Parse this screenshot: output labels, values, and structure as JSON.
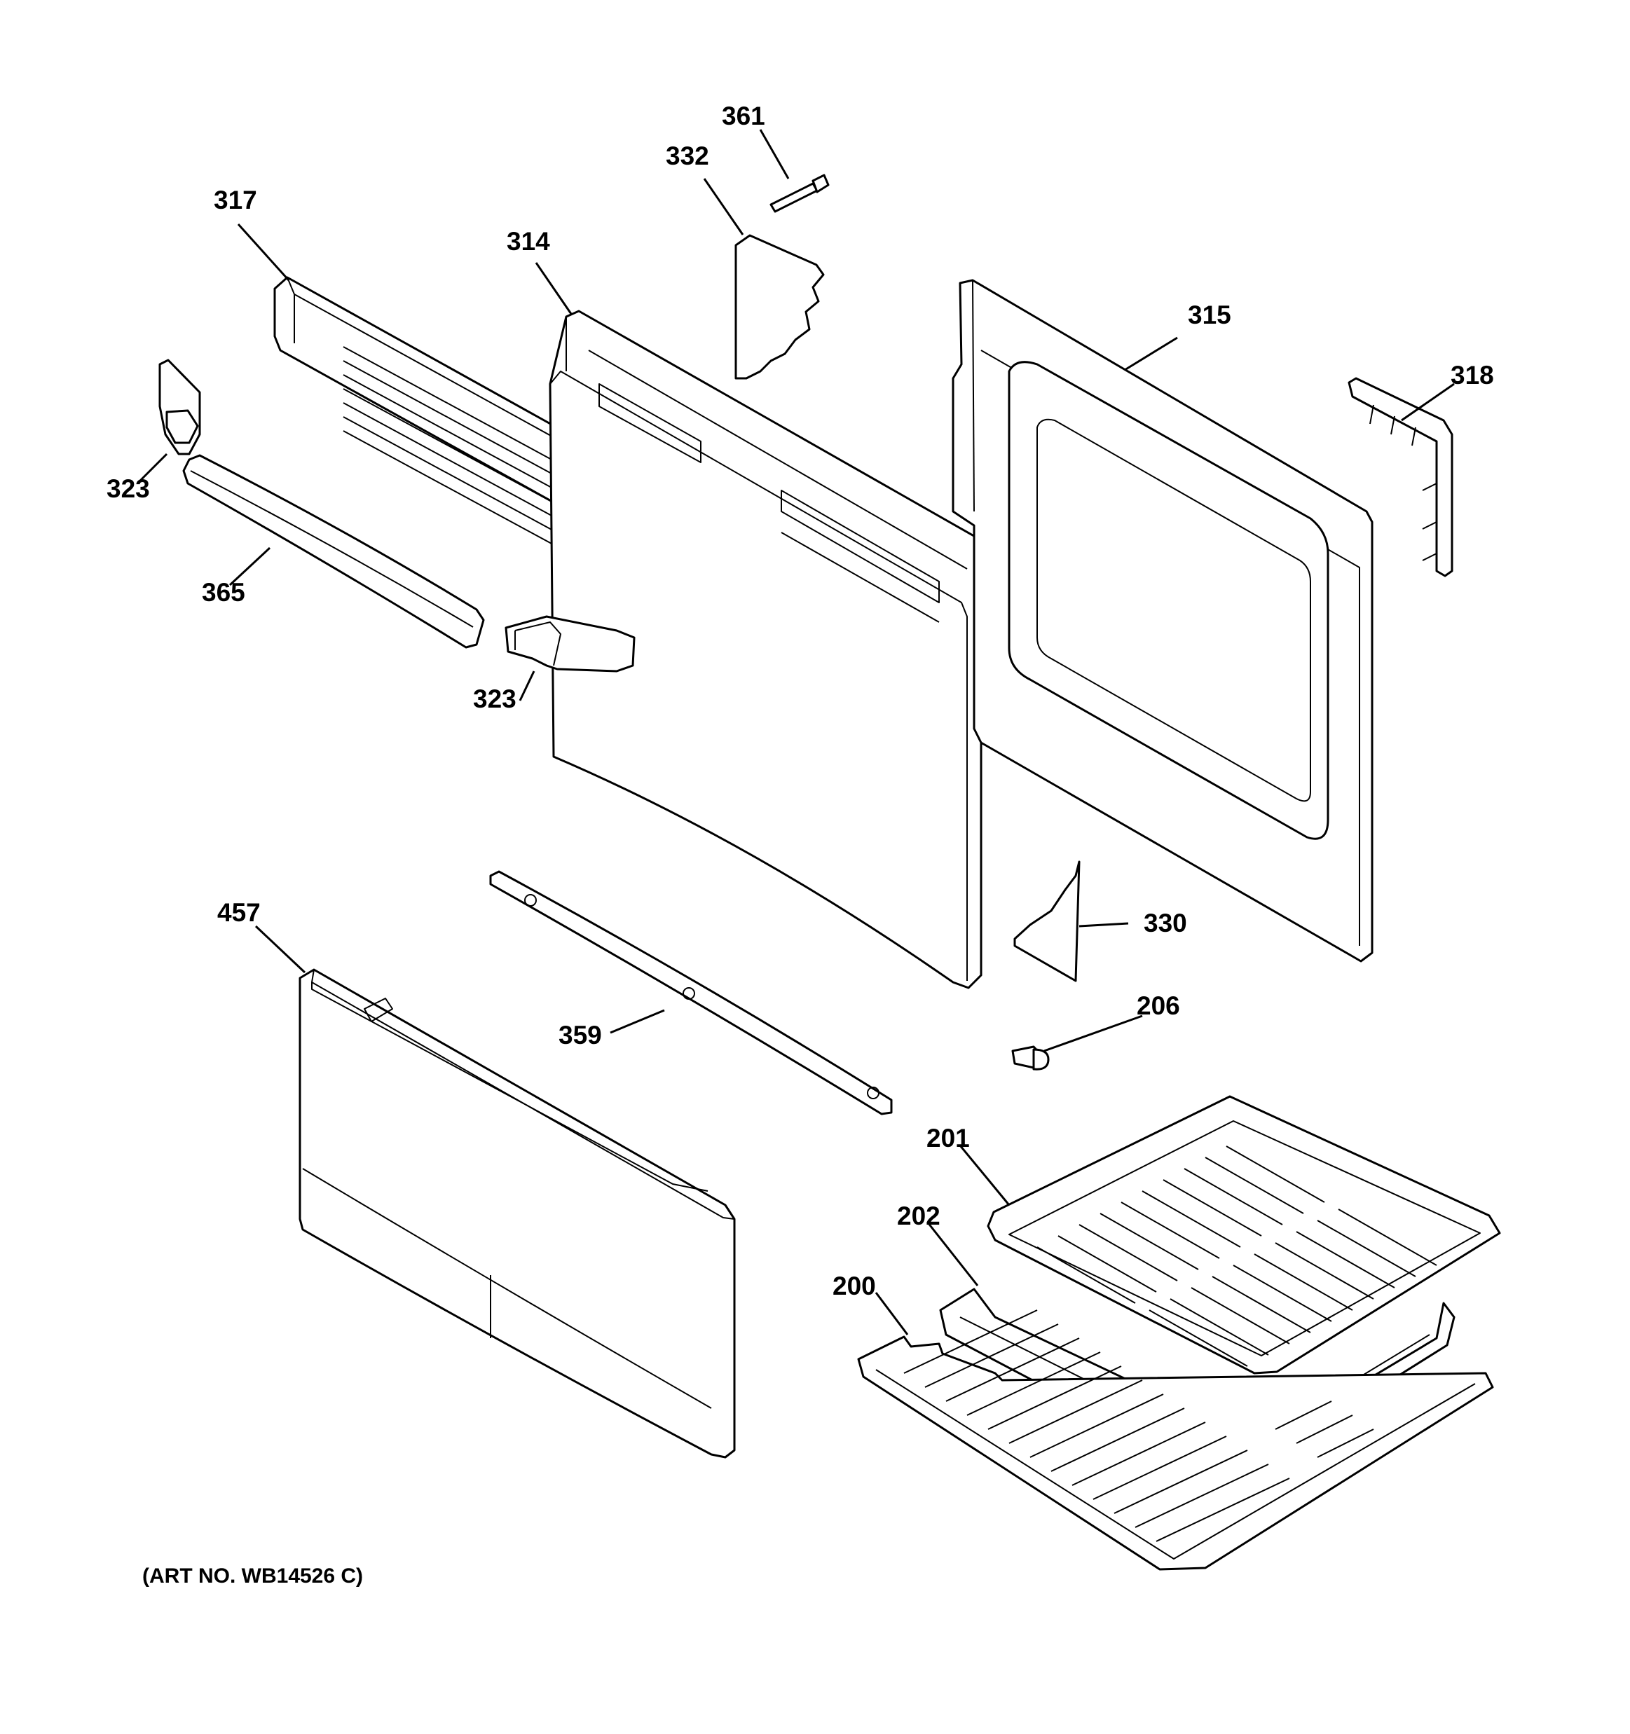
{
  "callouts": {
    "c361": "361",
    "c332": "332",
    "c317": "317",
    "c314": "314",
    "c315": "315",
    "c318": "318",
    "c323a": "323",
    "c365": "365",
    "c323b": "323",
    "c457": "457",
    "c330": "330",
    "c206": "206",
    "c359": "359",
    "c201": "201",
    "c202": "202",
    "c200": "200"
  },
  "art_number": "(ART NO. WB14526 C)"
}
